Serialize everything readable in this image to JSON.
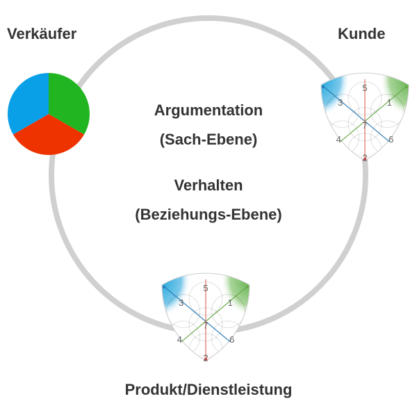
{
  "labels": {
    "seller": "Verkäufer",
    "customer": "Kunde",
    "product": "Produkt/Dienstleistung",
    "argumentation": "Argumentation",
    "factual_level": "(Sach-Ebene)",
    "behavior": "Verhalten",
    "relationship_level": "(Beziehungs-Ebene)"
  },
  "colors": {
    "ring": "#d0d0d0",
    "blue": "#0aa0e8",
    "green": "#22b522",
    "red": "#ee3300",
    "text": "#333333"
  },
  "widget_numbers": [
    "1",
    "2",
    "3",
    "4",
    "5",
    "6",
    "7"
  ]
}
